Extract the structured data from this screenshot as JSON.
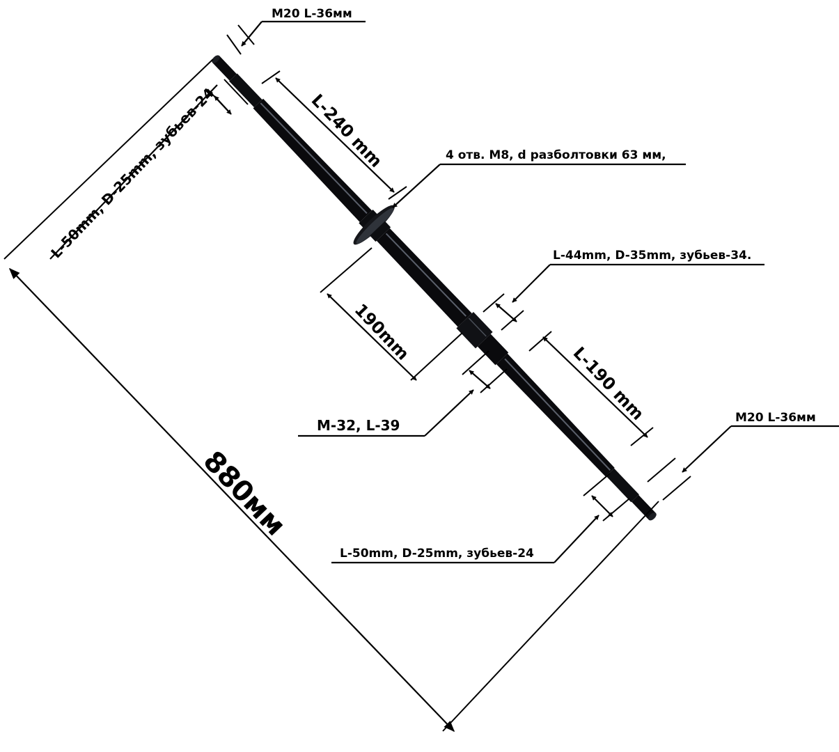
{
  "labels": {
    "top_thread": "M20 L-36мм",
    "top_spline": "L-50mm, D-25mm, зубьев-24",
    "top_section": "L-240 mm",
    "flange_holes": "4 отв. M8, d разболтовки 63 мм,",
    "mid_spline": "L-44mm, D-35mm, зубьев-34.",
    "left_section": "190mm",
    "right_section": "L-190 mm",
    "mid_thread": "M-32, L-39",
    "bottom_thread": "M20 L-36мм",
    "bottom_spline": "L-50mm, D-25mm, зубьев-24",
    "total_length": "880мм"
  },
  "colors": {
    "shaft": "#0a0a0d",
    "shaft_highlight": "#5a5f6a",
    "ink": "#000000",
    "background": "#ffffff"
  }
}
